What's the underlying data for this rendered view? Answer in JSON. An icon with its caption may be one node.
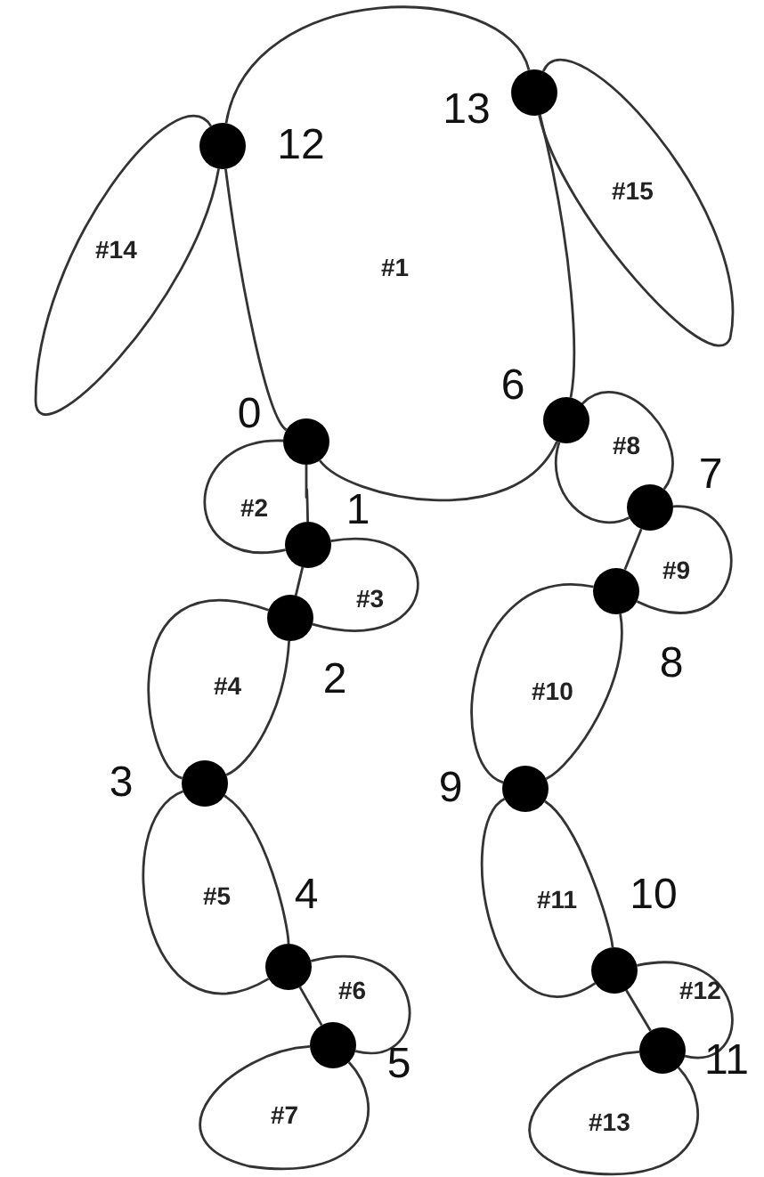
{
  "diagram": {
    "nodes": [
      {
        "text": [],
        "shape": "circle",
        "beside": [
          "0"
        ]
      },
      {
        "text": [],
        "shape": "circle",
        "beside": [
          "1"
        ]
      },
      {
        "text": [],
        "shape": "circle",
        "beside": [
          "2"
        ]
      },
      {
        "text": [],
        "shape": "circle",
        "beside": [
          "3"
        ]
      },
      {
        "text": [],
        "shape": "circle",
        "beside": [
          "4"
        ]
      },
      {
        "text": [],
        "shape": "circle",
        "beside": [
          "5"
        ]
      },
      {
        "text": [],
        "shape": "circle",
        "beside": [
          "6"
        ]
      },
      {
        "text": [],
        "shape": "circle",
        "beside": [
          "7"
        ]
      },
      {
        "text": [],
        "shape": "circle",
        "beside": [
          "8"
        ]
      },
      {
        "text": [],
        "shape": "circle",
        "beside": [
          "9"
        ]
      },
      {
        "text": [],
        "shape": "circle",
        "beside": [
          "10"
        ]
      },
      {
        "text": [],
        "shape": "circle",
        "beside": [
          "11"
        ]
      },
      {
        "text": [],
        "shape": "circle",
        "beside": [
          "12"
        ]
      },
      {
        "text": [],
        "shape": "circle",
        "beside": [
          "13"
        ]
      }
    ],
    "edges": [
      {
        "from": 12,
        "to": 13,
        "arrow": "none"
      },
      {
        "from": 12,
        "to": 12,
        "arrow": "none"
      },
      {
        "from": 13,
        "to": 13,
        "arrow": "none"
      },
      {
        "from": 12,
        "to": 0,
        "arrow": "none"
      },
      {
        "from": 13,
        "to": 6,
        "arrow": "none"
      },
      {
        "from": 6,
        "to": 0,
        "arrow": "none"
      },
      {
        "from": 0,
        "to": 1,
        "arrow": "none"
      },
      {
        "from": 0,
        "to": 1,
        "arrow": "none"
      },
      {
        "from": 1,
        "to": 2,
        "arrow": "none"
      },
      {
        "from": 1,
        "to": 2,
        "arrow": "none"
      },
      {
        "from": 2,
        "to": 3,
        "arrow": "none"
      },
      {
        "from": 2,
        "to": 3,
        "arrow": "none"
      },
      {
        "from": 3,
        "to": 4,
        "arrow": "none"
      },
      {
        "from": 3,
        "to": 4,
        "arrow": "none"
      },
      {
        "from": 4,
        "to": 5,
        "arrow": "none"
      },
      {
        "from": 4,
        "to": 5,
        "arrow": "none"
      },
      {
        "from": 5,
        "to": 5,
        "arrow": "none"
      },
      {
        "from": 6,
        "to": 7,
        "arrow": "none"
      },
      {
        "from": 6,
        "to": 7,
        "arrow": "none"
      },
      {
        "from": 7,
        "to": 8,
        "arrow": "none"
      },
      {
        "from": 7,
        "to": 8,
        "arrow": "none"
      },
      {
        "from": 8,
        "to": 9,
        "arrow": "none"
      },
      {
        "from": 8,
        "to": 9,
        "arrow": "none"
      },
      {
        "from": 9,
        "to": 10,
        "arrow": "none"
      },
      {
        "from": 9,
        "to": 10,
        "arrow": "none"
      },
      {
        "from": 10,
        "to": 11,
        "arrow": "none"
      },
      {
        "from": 10,
        "to": 11,
        "arrow": "none"
      },
      {
        "from": 11,
        "to": 11,
        "arrow": "none"
      }
    ],
    "labels": [
      "#1",
      "#2",
      "#3",
      "#4",
      "#5",
      "#6",
      "#7",
      "#8",
      "#9",
      "#10",
      "#11",
      "#12",
      "#13",
      "#14",
      "#15"
    ]
  }
}
